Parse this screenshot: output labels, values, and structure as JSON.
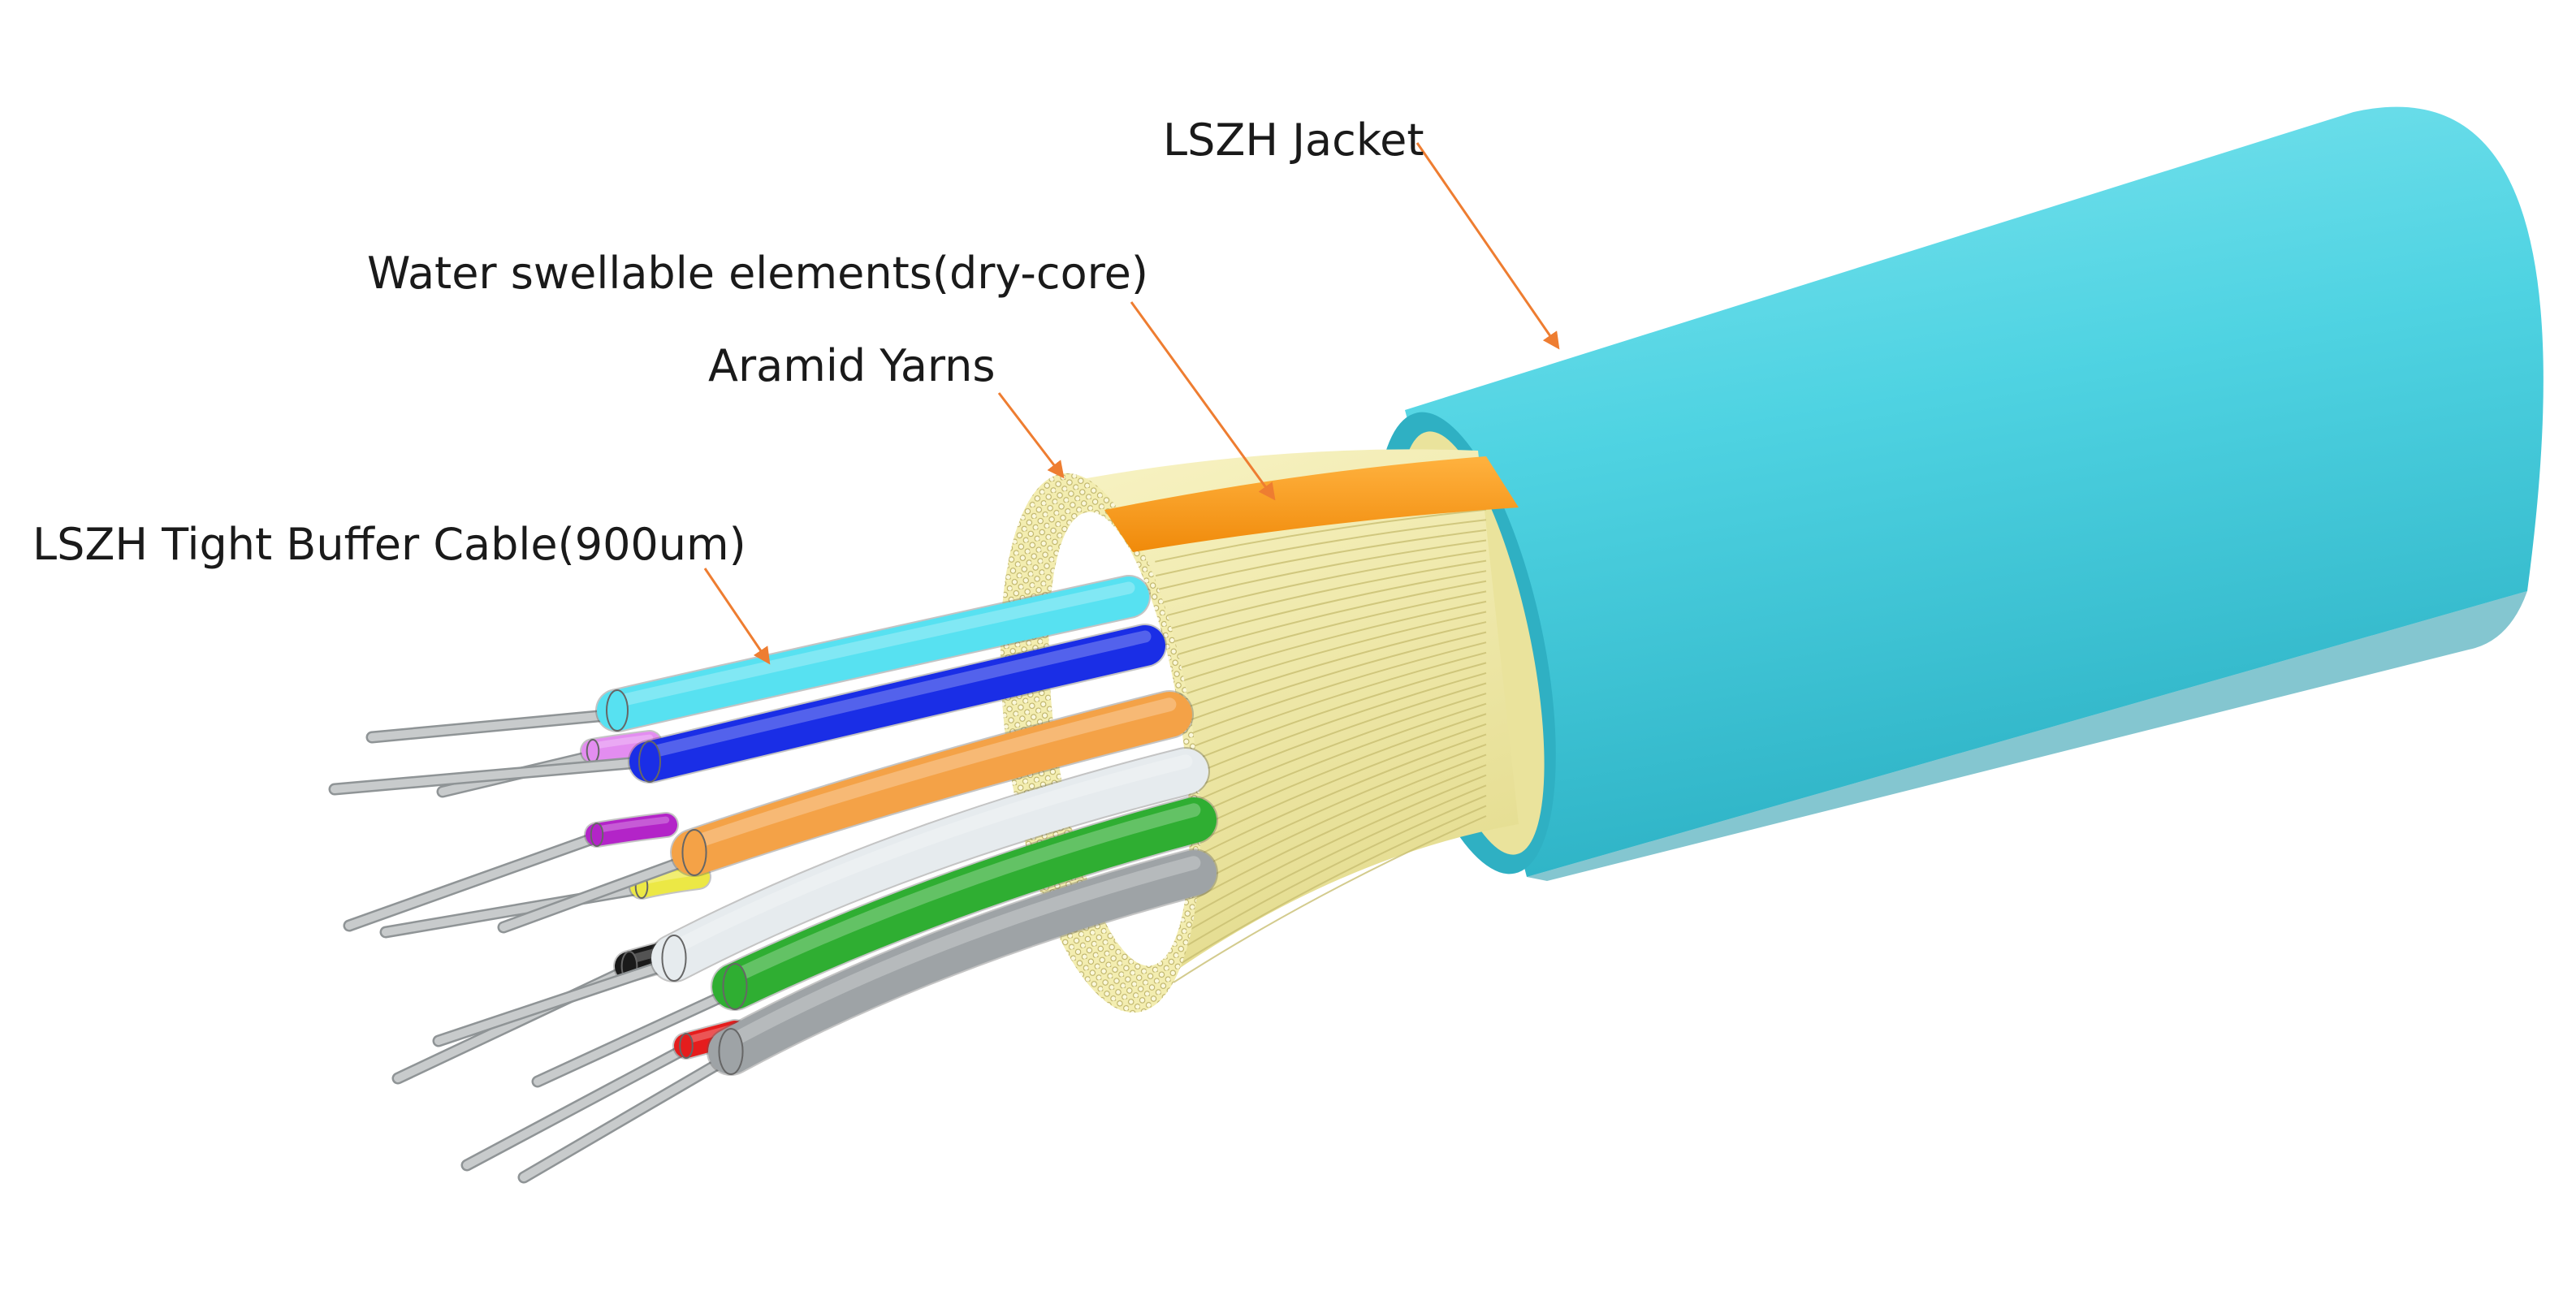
{
  "labels": {
    "jacket": "LSZH Jacket",
    "water": "Water swellable elements(dry-core)",
    "aramid": "Aramid Yarns",
    "buffer": "LSZH Tight Buffer Cable(900um)"
  },
  "colors": {
    "jacket": "#4fd3e2",
    "jacket_end": "#2bb5c8",
    "aramid": "#f1eba8",
    "water_tape": "#ff9a1a",
    "arrow": "#ee7d31",
    "fiber": "#c8cbcc"
  },
  "buffers": [
    {
      "color": "cyan",
      "hex": "#57e1f1"
    },
    {
      "color": "blue",
      "hex": "#1a2ee6"
    },
    {
      "color": "orange",
      "hex": "#f4a247"
    },
    {
      "color": "white",
      "hex": "#e6ebee"
    },
    {
      "color": "green",
      "hex": "#2fae32"
    },
    {
      "color": "grey",
      "hex": "#9ea3a6"
    },
    {
      "color": "pink",
      "hex": "#e38df0"
    },
    {
      "color": "violet",
      "hex": "#b324c8"
    },
    {
      "color": "yellow",
      "hex": "#ece845"
    },
    {
      "color": "black",
      "hex": "#1a1a1a"
    },
    {
      "color": "red",
      "hex": "#e51d1d"
    }
  ]
}
